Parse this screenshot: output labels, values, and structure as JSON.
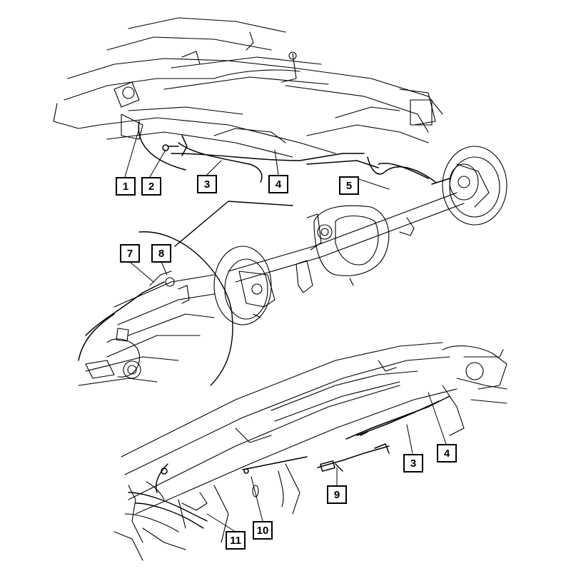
{
  "diagram": {
    "callouts": [
      {
        "id": "c1",
        "label": "1"
      },
      {
        "id": "c2",
        "label": "2"
      },
      {
        "id": "c3",
        "label": "3"
      },
      {
        "id": "c4",
        "label": "4"
      },
      {
        "id": "c5",
        "label": "5"
      },
      {
        "id": "c7",
        "label": "7"
      },
      {
        "id": "c8",
        "label": "8"
      },
      {
        "id": "c3b",
        "label": "3"
      },
      {
        "id": "c4b",
        "label": "4"
      },
      {
        "id": "c9",
        "label": "9"
      },
      {
        "id": "c10",
        "label": "10"
      },
      {
        "id": "c11",
        "label": "11"
      }
    ],
    "colors": {
      "ink": "#000000",
      "background": "#ffffff"
    }
  }
}
